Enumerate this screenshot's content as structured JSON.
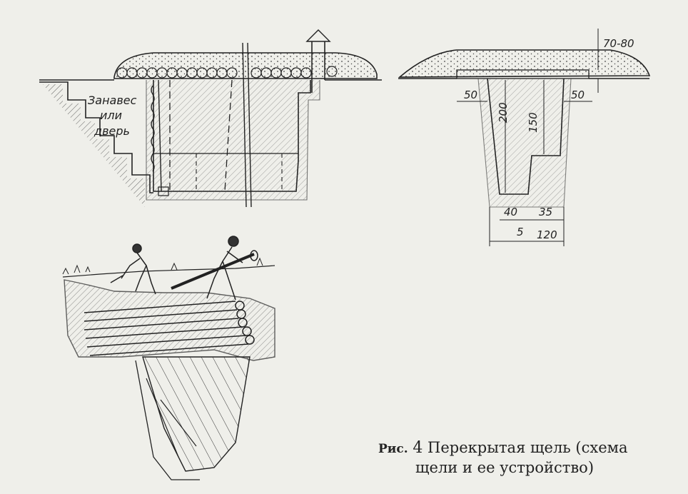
{
  "section_label": {
    "line1": "Занавес",
    "line2": "или",
    "line3": "дверь"
  },
  "cross_section": {
    "top_dim": "70-80",
    "left_margin": "50",
    "right_margin": "50",
    "depth_outer": "200",
    "depth_inner": "150",
    "floor_left": "40",
    "floor_right": "35",
    "ditch": "5",
    "total_width": "120"
  },
  "caption": {
    "fig_label": "Рис.",
    "fig_number": "4",
    "line1_text": "Перекрытая щель (схема",
    "line2_text": "щели и ее устройство)"
  }
}
